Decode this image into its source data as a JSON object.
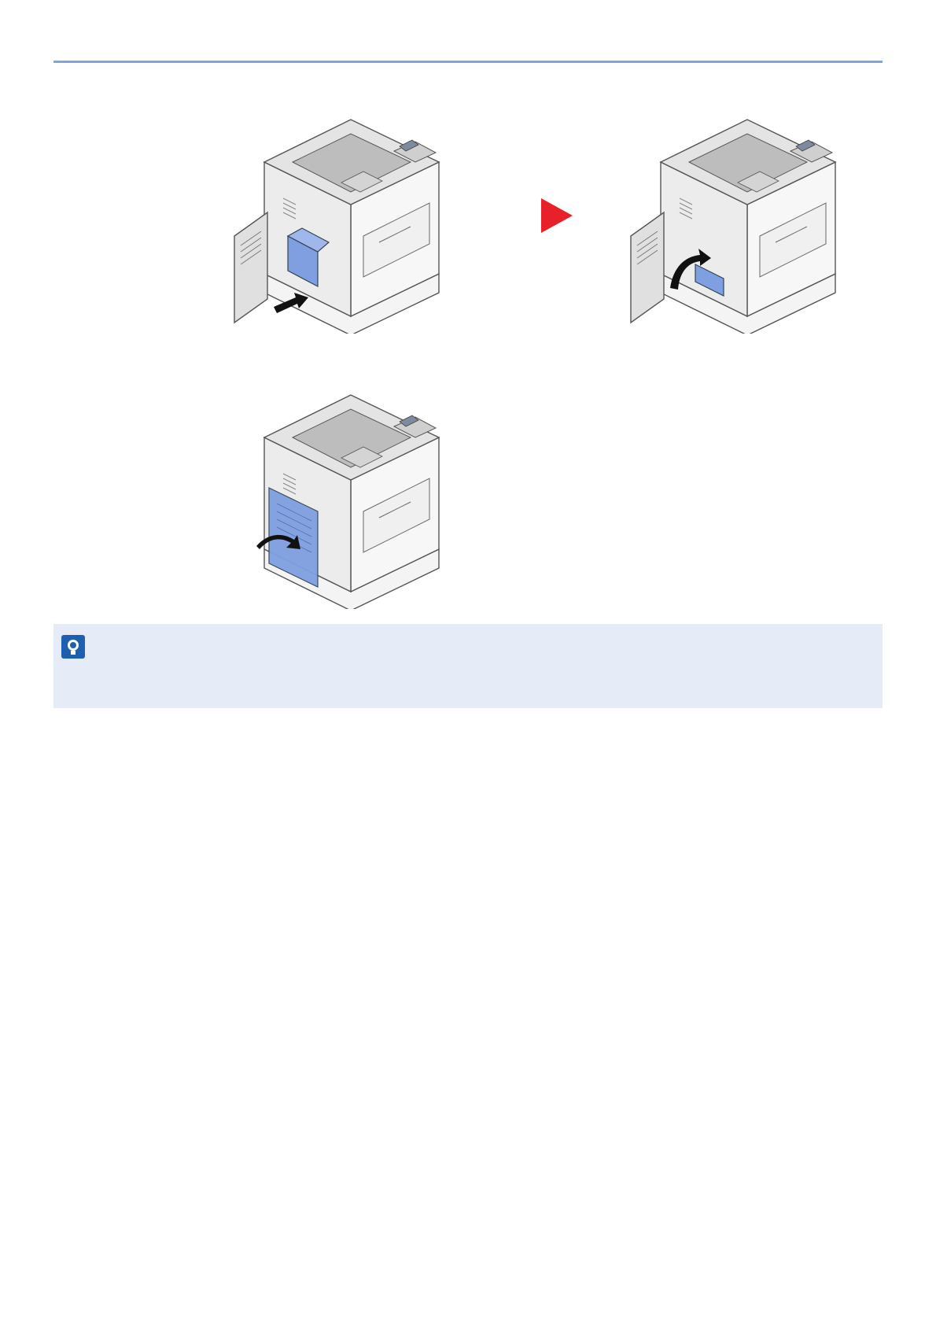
{
  "page": {
    "accent_color": "#7aa7dd",
    "step_arrow_color": "#e8202a",
    "highlight_color": "#7f9fe0",
    "note_background": "#e6ebf8"
  },
  "illustrations": [
    {
      "name": "printer-insert-waste-toner-box",
      "icon": "printer-icon"
    },
    {
      "name": "printer-push-waste-toner-box",
      "icon": "printer-icon"
    },
    {
      "name": "printer-close-side-cover",
      "icon": "printer-icon"
    }
  ],
  "step_arrow": {
    "icon": "play-triangle-icon"
  },
  "note": {
    "icon": "note-bulb-icon",
    "text": ""
  }
}
